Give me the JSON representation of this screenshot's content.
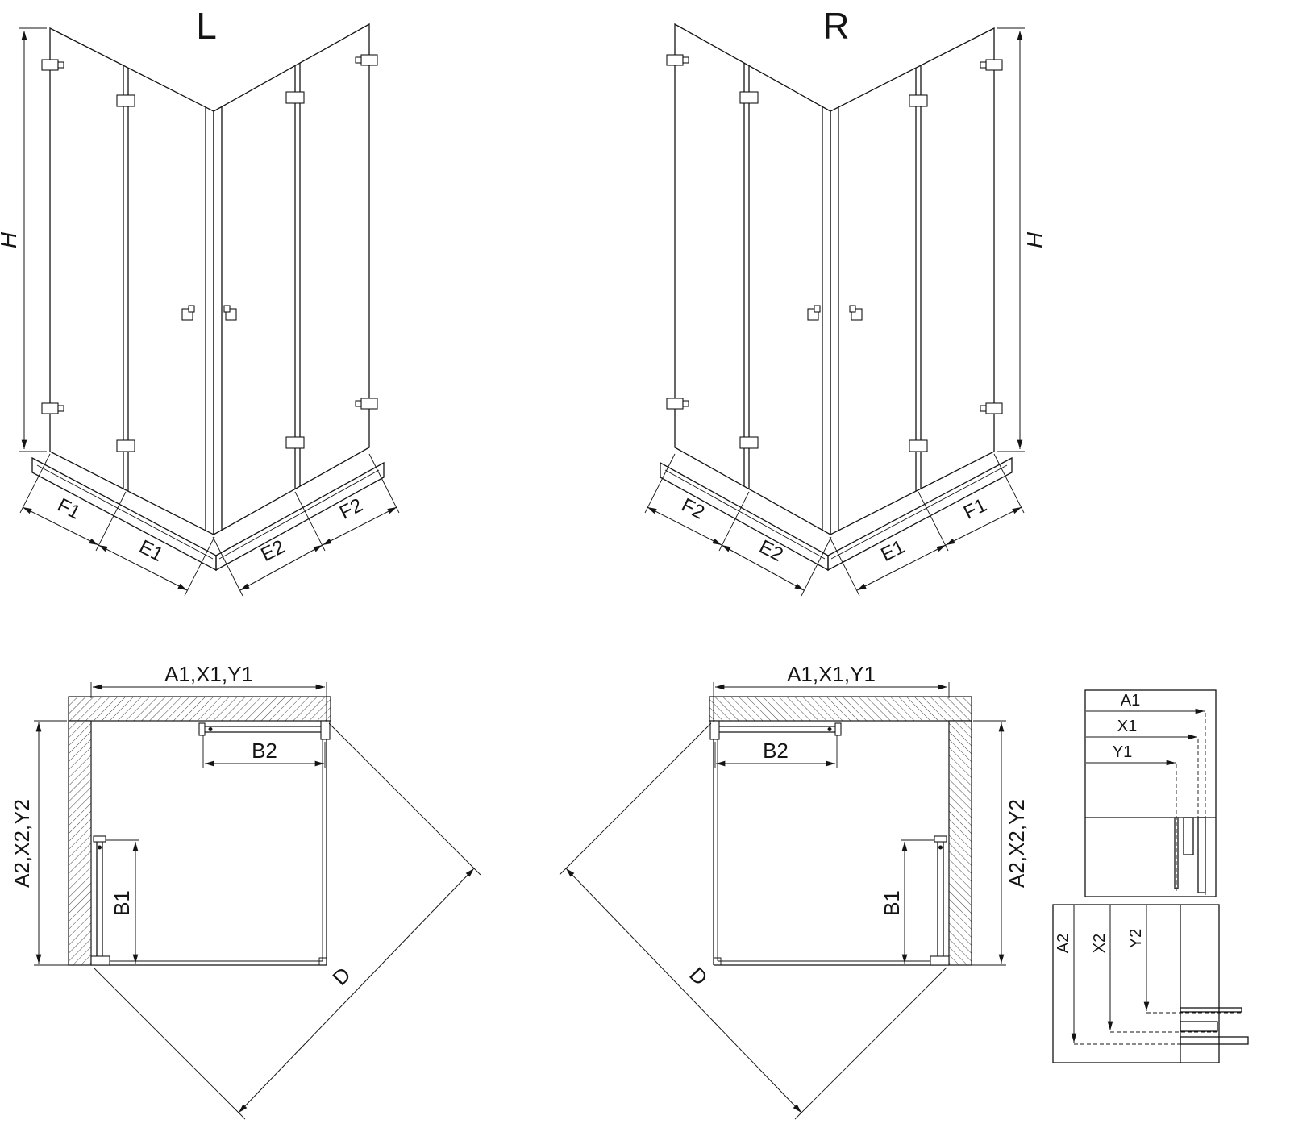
{
  "drawing": {
    "background": "#ffffff",
    "line_color": "#141414"
  },
  "iso_left": {
    "title": "L",
    "height_dim": "H",
    "bottom_dims": {
      "outer_left": "F1",
      "inner_left": "E1",
      "inner_right": "E2",
      "outer_right": "F2"
    }
  },
  "iso_right": {
    "title": "R",
    "height_dim": "H",
    "bottom_dims": {
      "outer_left": "F2",
      "inner_left": "E2",
      "inner_right": "E1",
      "outer_right": "F1"
    }
  },
  "plan_left": {
    "width_dim": "A1,X1,Y1",
    "depth_dim": "A2,X2,Y2",
    "door_top_dim": "B2",
    "door_side_dim": "B1",
    "diagonal_dim": "D"
  },
  "plan_right": {
    "width_dim": "A1,X1,Y1",
    "depth_dim": "A2,X2,Y2",
    "door_top_dim": "B2",
    "door_side_dim": "B1",
    "diagonal_dim": "D"
  },
  "detail_width": {
    "dim_a": "A1",
    "dim_x": "X1",
    "dim_y": "Y1"
  },
  "detail_depth": {
    "dim_a": "A2",
    "dim_x": "X2",
    "dim_y": "Y2"
  }
}
